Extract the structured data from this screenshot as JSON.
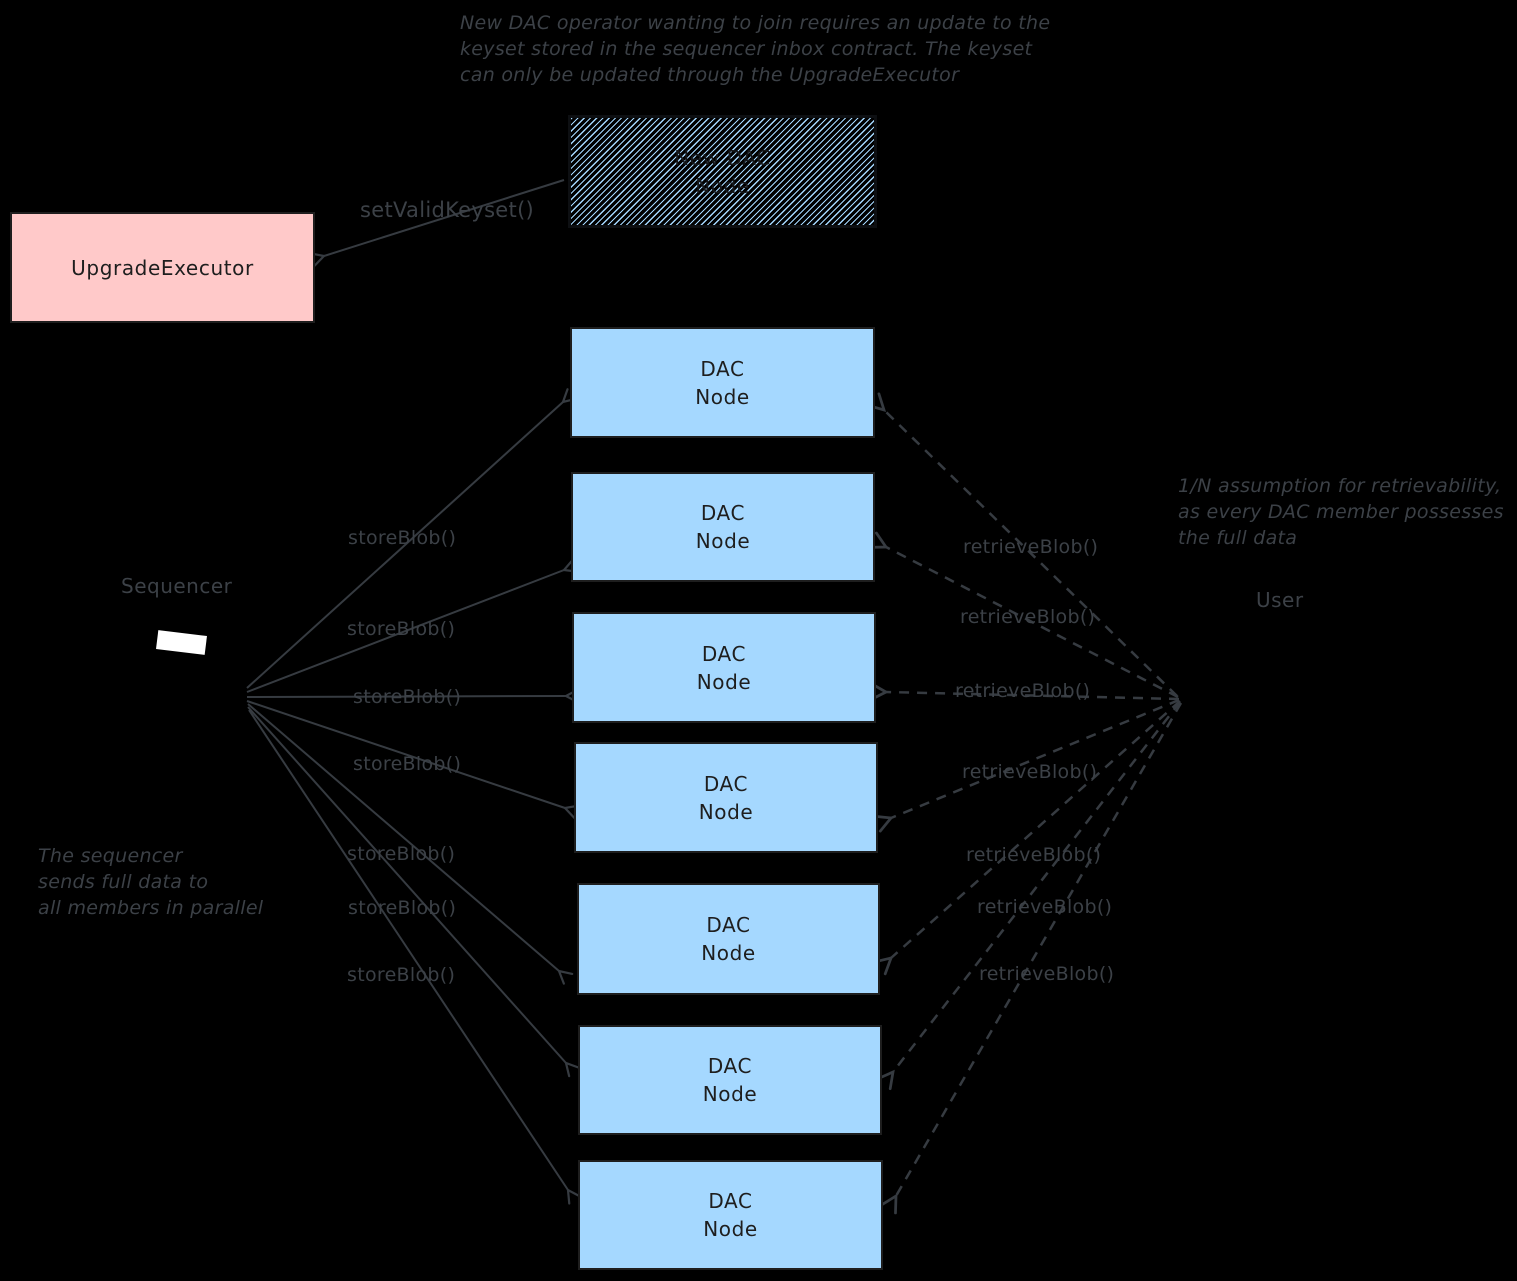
{
  "colors": {
    "background": "#000000",
    "dac_node_fill": "#a5d8ff",
    "upgrade_executor_fill": "#ffc9c9",
    "hatch_line": "#a5d8ff",
    "annotation_text": "#3c4147",
    "box_text": "#1e1e1e",
    "sequencer_box_fill": "#ffffff"
  },
  "annotations": {
    "keyset_note": "New DAC operator wanting to join requires an update to the\nkeyset stored in the sequencer inbox contract. The keyset\ncan only be updated through the UpgradeExecutor",
    "sequencer_note": "The sequencer\nsends full data to\nall members in parallel",
    "retrievability_note": "1/N assumption for retrievability,\nas every DAC member possesses\nthe full data"
  },
  "actors": {
    "sequencer_label": "Sequencer",
    "user_label": "User"
  },
  "boxes": {
    "new_dac_node": {
      "label": "New DAC\nNode"
    },
    "upgrade_executor": {
      "label": "UpgradeExecutor"
    }
  },
  "dac_nodes": [
    {
      "label": "DAC\nNode"
    },
    {
      "label": "DAC\nNode"
    },
    {
      "label": "DAC\nNode"
    },
    {
      "label": "DAC\nNode"
    },
    {
      "label": "DAC\nNode"
    },
    {
      "label": "DAC\nNode"
    },
    {
      "label": "DAC\nNode"
    }
  ],
  "calls": {
    "set_valid_keyset": "setValidKeyset()",
    "store_blob": [
      "storeBlob()",
      "storeBlob()",
      "storeBlob()",
      "storeBlob()",
      "storeBlob()",
      "storeBlob()",
      "storeBlob()"
    ],
    "retrieve_blob": [
      "retrieveBlob()",
      "retrieveBlob()",
      "retrieveBlob()",
      "retrieveBlob()",
      "retrieveBlob()",
      "retrieveBlob()",
      "retrieveBlob()"
    ]
  }
}
